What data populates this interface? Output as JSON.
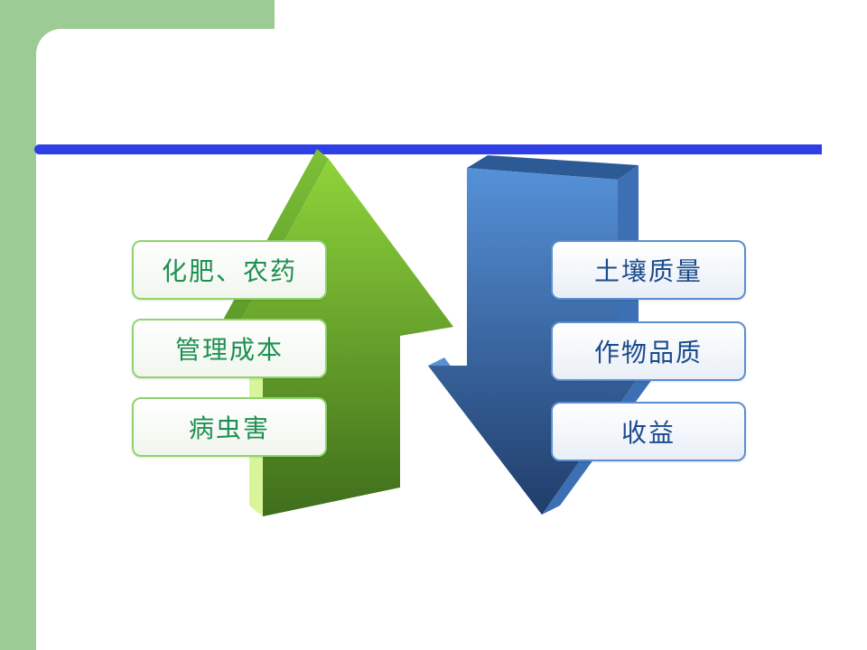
{
  "colors": {
    "background_green": "#9dcb95",
    "divider_blue": "#2f3fe6",
    "increase_text": "#1e8f52",
    "decrease_text": "#1b4a8c"
  },
  "increase": {
    "arrow_icon": "up-arrow-icon",
    "items": [
      {
        "label": "化肥、农药"
      },
      {
        "label": "管理成本"
      },
      {
        "label": "病虫害"
      }
    ]
  },
  "decrease": {
    "arrow_icon": "down-arrow-icon",
    "items": [
      {
        "label": "土壤质量"
      },
      {
        "label": "作物品质"
      },
      {
        "label": "收益"
      }
    ]
  }
}
